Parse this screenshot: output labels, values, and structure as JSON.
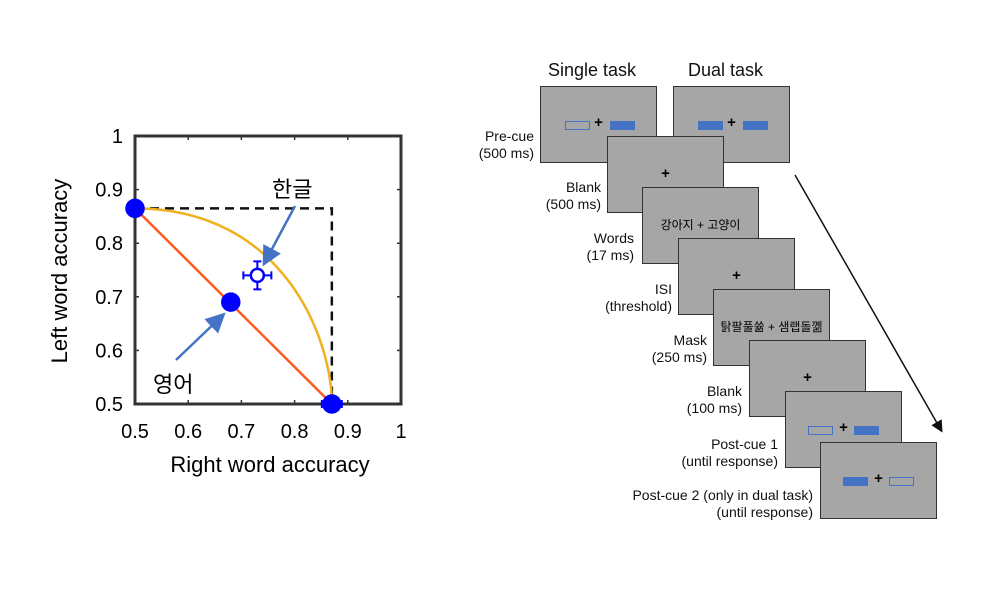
{
  "chart_data": {
    "type": "scatter",
    "xlabel": "Right word accuracy",
    "ylabel": "Left word accuracy",
    "xlim": [
      0.5,
      1
    ],
    "ylim": [
      0.5,
      1
    ],
    "xticks": [
      "0.5",
      "0.6",
      "0.7",
      "0.8",
      "0.9",
      "1"
    ],
    "yticks": [
      "0.5",
      "0.6",
      "0.7",
      "0.8",
      "0.9",
      "1"
    ],
    "points": [
      {
        "name": "single-left",
        "x": 0.5,
        "y": 0.865,
        "filled": true
      },
      {
        "name": "english",
        "x": 0.68,
        "y": 0.69,
        "filled": true
      },
      {
        "name": "single-right",
        "x": 0.87,
        "y": 0.5,
        "filled": true
      },
      {
        "name": "korean",
        "x": 0.73,
        "y": 0.74,
        "filled": false
      }
    ],
    "annotations": {
      "korean": "한글",
      "english": "영어"
    },
    "colors": {
      "points": "#0000ff",
      "linear": "#ff5a1f",
      "curve": "#f0b020",
      "arrow": "#4472c4"
    }
  },
  "diagram": {
    "headers": {
      "single": "Single task",
      "dual": "Dual task"
    },
    "steps": [
      {
        "label": "Pre-cue",
        "dur": "(500 ms)"
      },
      {
        "label": "Blank",
        "dur": "(500 ms)"
      },
      {
        "label": "Words",
        "dur": "(17 ms)",
        "content": "강아지 + 고양이"
      },
      {
        "label": "ISI",
        "dur": "(threshold)"
      },
      {
        "label": "Mask",
        "dur": "(250 ms)",
        "content": "탉팔풀쓞 + 샘랩돌꼚"
      },
      {
        "label": "Blank",
        "dur": "(100 ms)"
      },
      {
        "label": "Post-cue 1",
        "dur": "(until response)"
      },
      {
        "label": "Post-cue 2 (only in dual task)",
        "dur": "(until response)"
      }
    ],
    "plus": "+"
  }
}
